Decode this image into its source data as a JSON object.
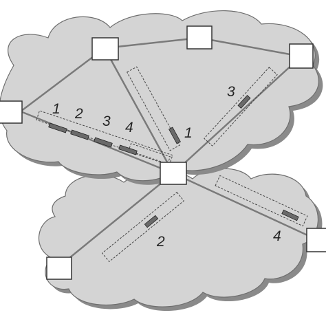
{
  "colors": {
    "cloud_fill": "#d4d4d4",
    "cloud_shadow": "#8a8a8a",
    "cloud_stroke": "#6e6e6e",
    "link": "#7a7a7a",
    "node_fill": "#ffffff",
    "node_stroke": "#333333",
    "packet_fill": "#6a6a6a",
    "queue_outline": "#444444"
  },
  "upper_cloud": {
    "segment_labels": {
      "q1": "1",
      "q2": "2",
      "q3": "3",
      "q4": "4",
      "diag": "1",
      "right": "3"
    }
  },
  "lower_cloud": {
    "segment_labels": {
      "left": "2",
      "right": "4"
    }
  }
}
